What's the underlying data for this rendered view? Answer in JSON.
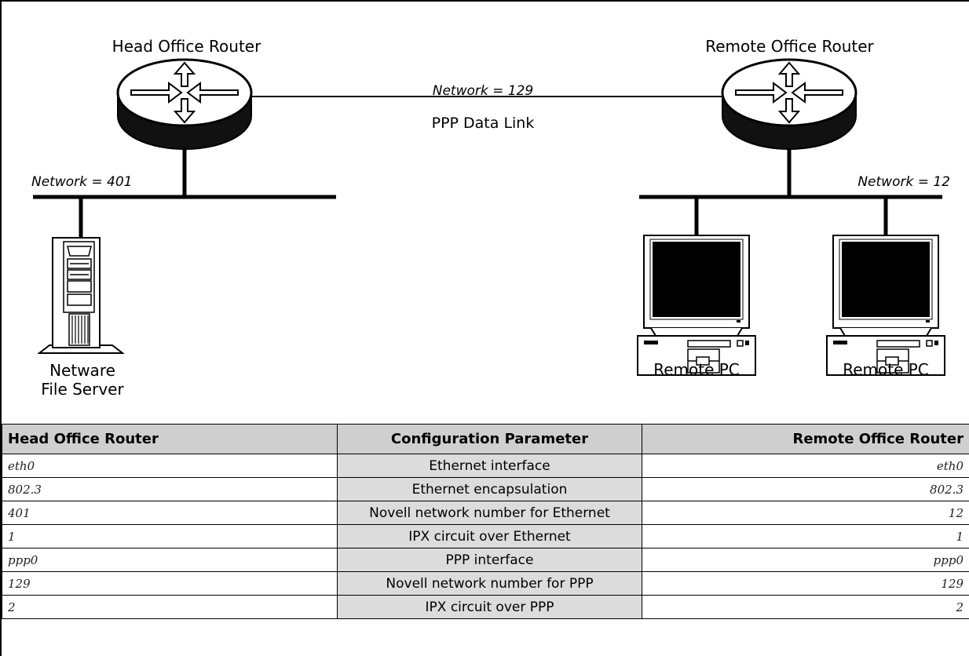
{
  "diagram": {
    "head_router": "Head Office Router",
    "remote_router": "Remote Office Router",
    "link_network": "Network = 129",
    "link_type": "PPP Data Link",
    "head_network": "Network = 401",
    "remote_network": "Network = 12",
    "server_line1": "Netware",
    "server_line2": "File Server",
    "pc1": "Remote PC",
    "pc2": "Remote PC"
  },
  "table": {
    "headers": [
      "Head Office Router",
      "Configuration Parameter",
      "Remote Office Router"
    ],
    "rows": [
      [
        "eth0",
        "Ethernet interface",
        "eth0"
      ],
      [
        "802.3",
        "Ethernet encapsulation",
        "802.3"
      ],
      [
        "401",
        "Novell network number for Ethernet",
        "12"
      ],
      [
        "1",
        "IPX circuit over Ethernet",
        "1"
      ],
      [
        "ppp0",
        "PPP interface",
        "ppp0"
      ],
      [
        "129",
        "Novell network number for PPP",
        "129"
      ],
      [
        "2",
        "IPX circuit over PPP",
        "2"
      ]
    ]
  }
}
